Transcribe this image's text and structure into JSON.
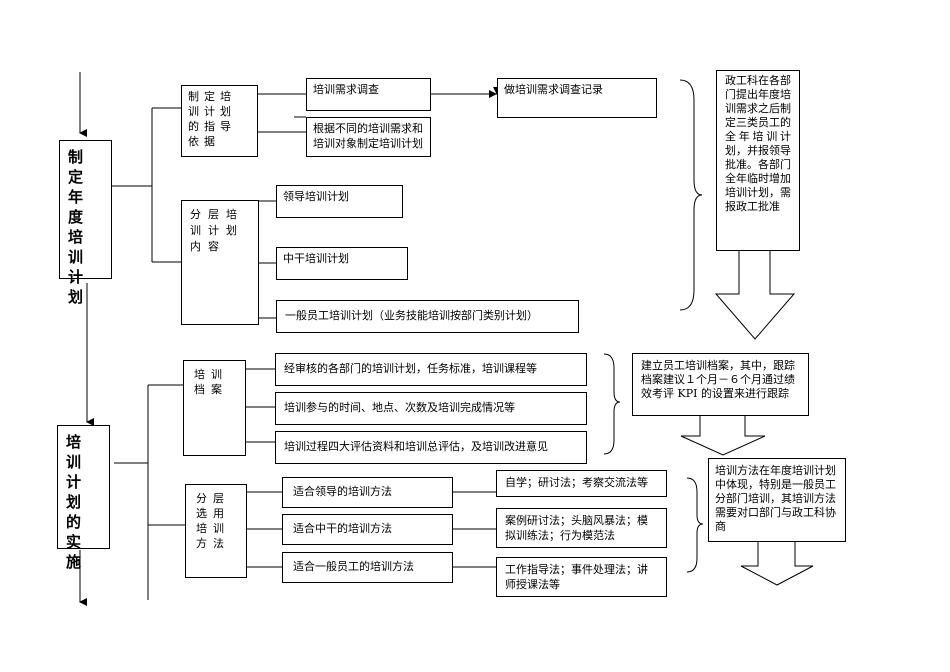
{
  "plan": {
    "title": "制定年度培训计划",
    "basis": {
      "label": "制定培训计划的指导依据",
      "items": [
        "培训需求调查",
        "根据不同的培训需求和培训对象制定培训计划"
      ],
      "record": "做培训需求调查记录"
    },
    "levels": {
      "label": "分层培训计划内容",
      "items": [
        "领导培训计划",
        "中干培训计划",
        "一般员工培训计划（业务技能培训按部门类别计划）"
      ]
    },
    "note": "政工科在各部门提出年度培训需求之后制定三类员工的全年培训计划，并报领导批准。各部门全年临时增加培训计划，需报政工批准"
  },
  "implement": {
    "title": "培训计划的实施",
    "archive": {
      "label": "培训档案",
      "items": [
        "经审核的各部门的培训计划，任务标准，培训课程等",
        "培训参与的时间、地点、次数及培训完成情况等",
        "培训过程四大评估资料和培训总评估，及培训改进意见"
      ],
      "note": "建立员工培训档案，其中，跟踪档案建议１个月－６个月通过绩效考评 KPI 的设置来进行跟踪"
    },
    "methods": {
      "label": "分层选用培训方法",
      "items": [
        "适合领导的培训方法",
        "适合中干的培训方法",
        "适合一般员工的培训方法"
      ],
      "details": [
        "自学；研讨法；考察交流法等",
        "案例研讨法；头脑风暴法；模拟训练法；行为模范法",
        "工作指导法；事件处理法；讲师授课法等"
      ],
      "note": "培训方法在年度培训计划中体现，特别是一般员工分部门培训，其培训方法需要对口部门与政工科协商"
    }
  }
}
